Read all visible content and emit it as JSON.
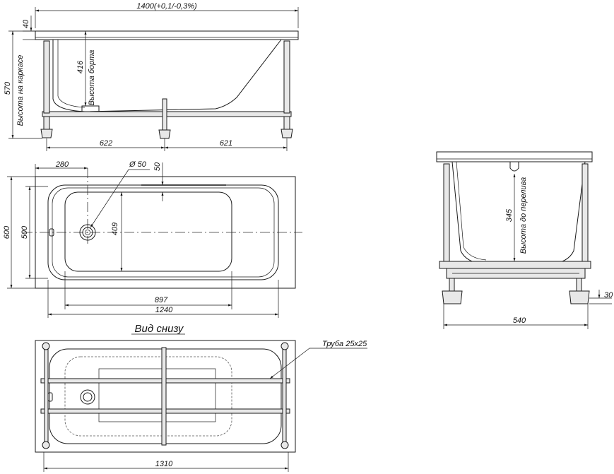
{
  "front_view": {
    "overall_length": "1400(+0,1/-0,3%)",
    "rim_thickness": "40",
    "frame_height": "570",
    "frame_height_label": "Высота на каркасе",
    "rim_height": "416",
    "rim_height_label": "Высота борта",
    "leg_spacing_left": "622",
    "leg_spacing_right": "621"
  },
  "top_view": {
    "drain_offset": "280",
    "drain_diameter": "Ø 50",
    "drain_inset": "50",
    "outer_width": "600",
    "inner_width": "500",
    "bowl_width": "409",
    "bottom_length": "897",
    "inner_length": "1240"
  },
  "bottom_view": {
    "title": "Вид снизу",
    "pipe_label": "Труба 25х25",
    "frame_length": "1310"
  },
  "side_view": {
    "overflow_height": "345",
    "overflow_label": "Высота до перелива",
    "leg_adjust": "30",
    "frame_width": "540"
  }
}
